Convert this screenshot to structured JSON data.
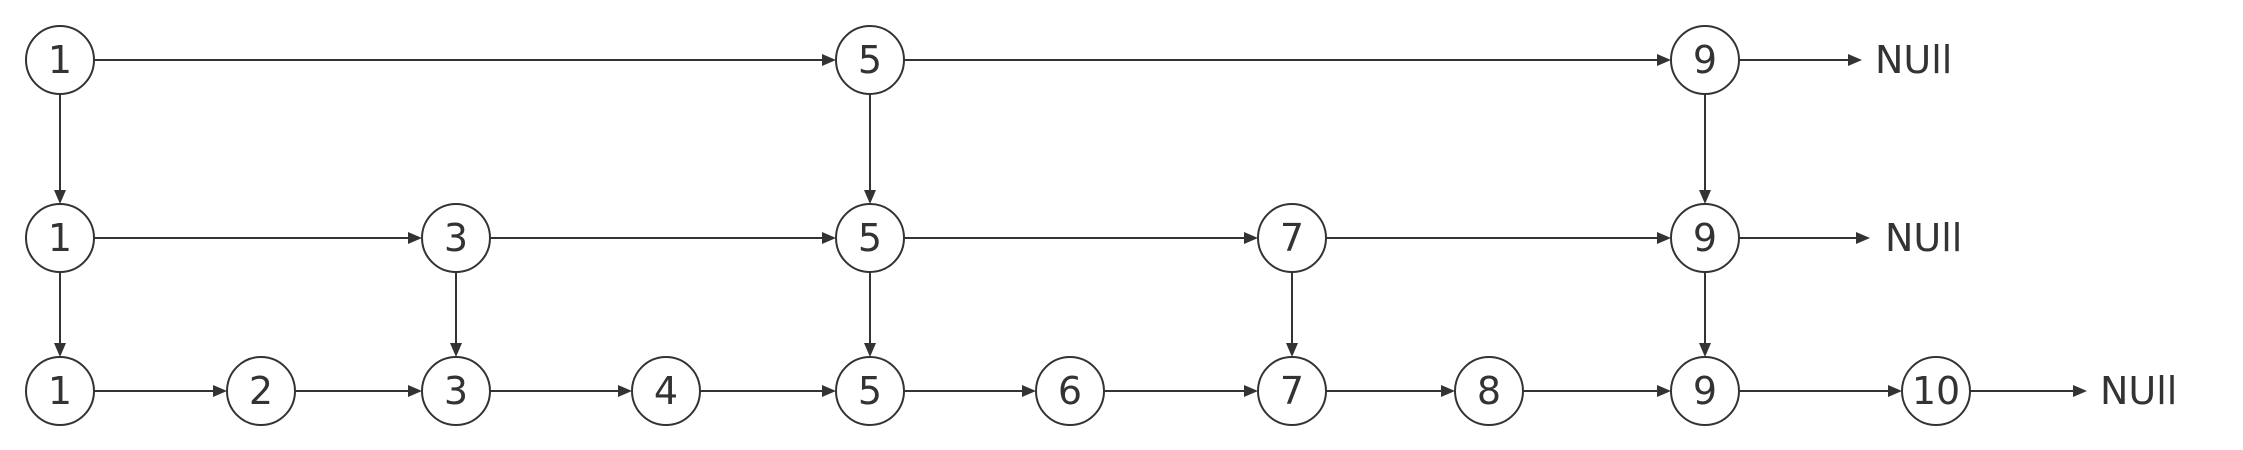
{
  "skip_list": {
    "null_text": "NUll",
    "levels": [
      {
        "values": [
          "1",
          "5",
          "9"
        ]
      },
      {
        "values": [
          "1",
          "3",
          "5",
          "7",
          "9"
        ]
      },
      {
        "values": [
          "1",
          "2",
          "3",
          "4",
          "5",
          "6",
          "7",
          "8",
          "9",
          "10"
        ]
      }
    ]
  }
}
